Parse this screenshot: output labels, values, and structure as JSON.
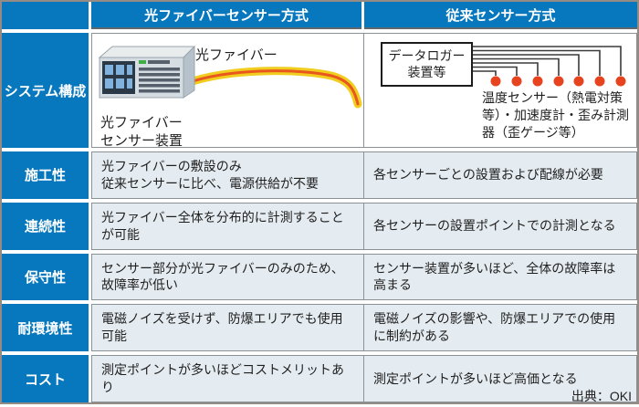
{
  "header": {
    "method_fiber": "光ファイバーセンサー方式",
    "method_conventional": "従来センサー方式"
  },
  "system_row": {
    "label": "システム構成",
    "fiber_cell": {
      "fiber_label": "光ファイバー",
      "device_label": "光ファイバー\nセンサー装置"
    },
    "conventional_cell": {
      "logger_label": "データロガー\n装置等",
      "sensors_label": "温度センサー（熱電対策\n等）・加速度計・歪み計測\n器（歪ゲージ等）",
      "sensor_count": 7
    }
  },
  "rows": [
    {
      "label": "施工性",
      "left": "光ファイバーの敷設のみ\n従来センサーに比べ、電源供給が不要",
      "right": "各センサーごとの設置および配線が必要"
    },
    {
      "label": "連続性",
      "left": "光ファイバー全体を分布的に計測することが可能",
      "right": "各センサーの設置ポイントでの計測となる"
    },
    {
      "label": "保守性",
      "left": "センサー部分が光ファイバーのみのため、故障率が低い",
      "right": "センサー装置が多いほど、全体の故障率は高まる"
    },
    {
      "label": "耐環境性",
      "left": "電磁ノイズを受けず、防爆エリアでも使用可能",
      "right": "電磁ノイズの影響や、防爆エリアでの使用に制約がある"
    },
    {
      "label": "コスト",
      "left": "測定ポイントが多いほどコストメリットあり",
      "right": "測定ポイントが多いほど高価となる"
    }
  ],
  "footer": {
    "source": "出典：OKI"
  },
  "colors": {
    "header_blue": "#0878be",
    "cell_bg": "#e5ecf1",
    "border_gray": "#8a9197",
    "outer_border": "#938b84",
    "sensor_dot_red": "#e8431f",
    "fiber_yellow": "#f0cd1e",
    "fiber_core_orange": "#e8581e"
  }
}
